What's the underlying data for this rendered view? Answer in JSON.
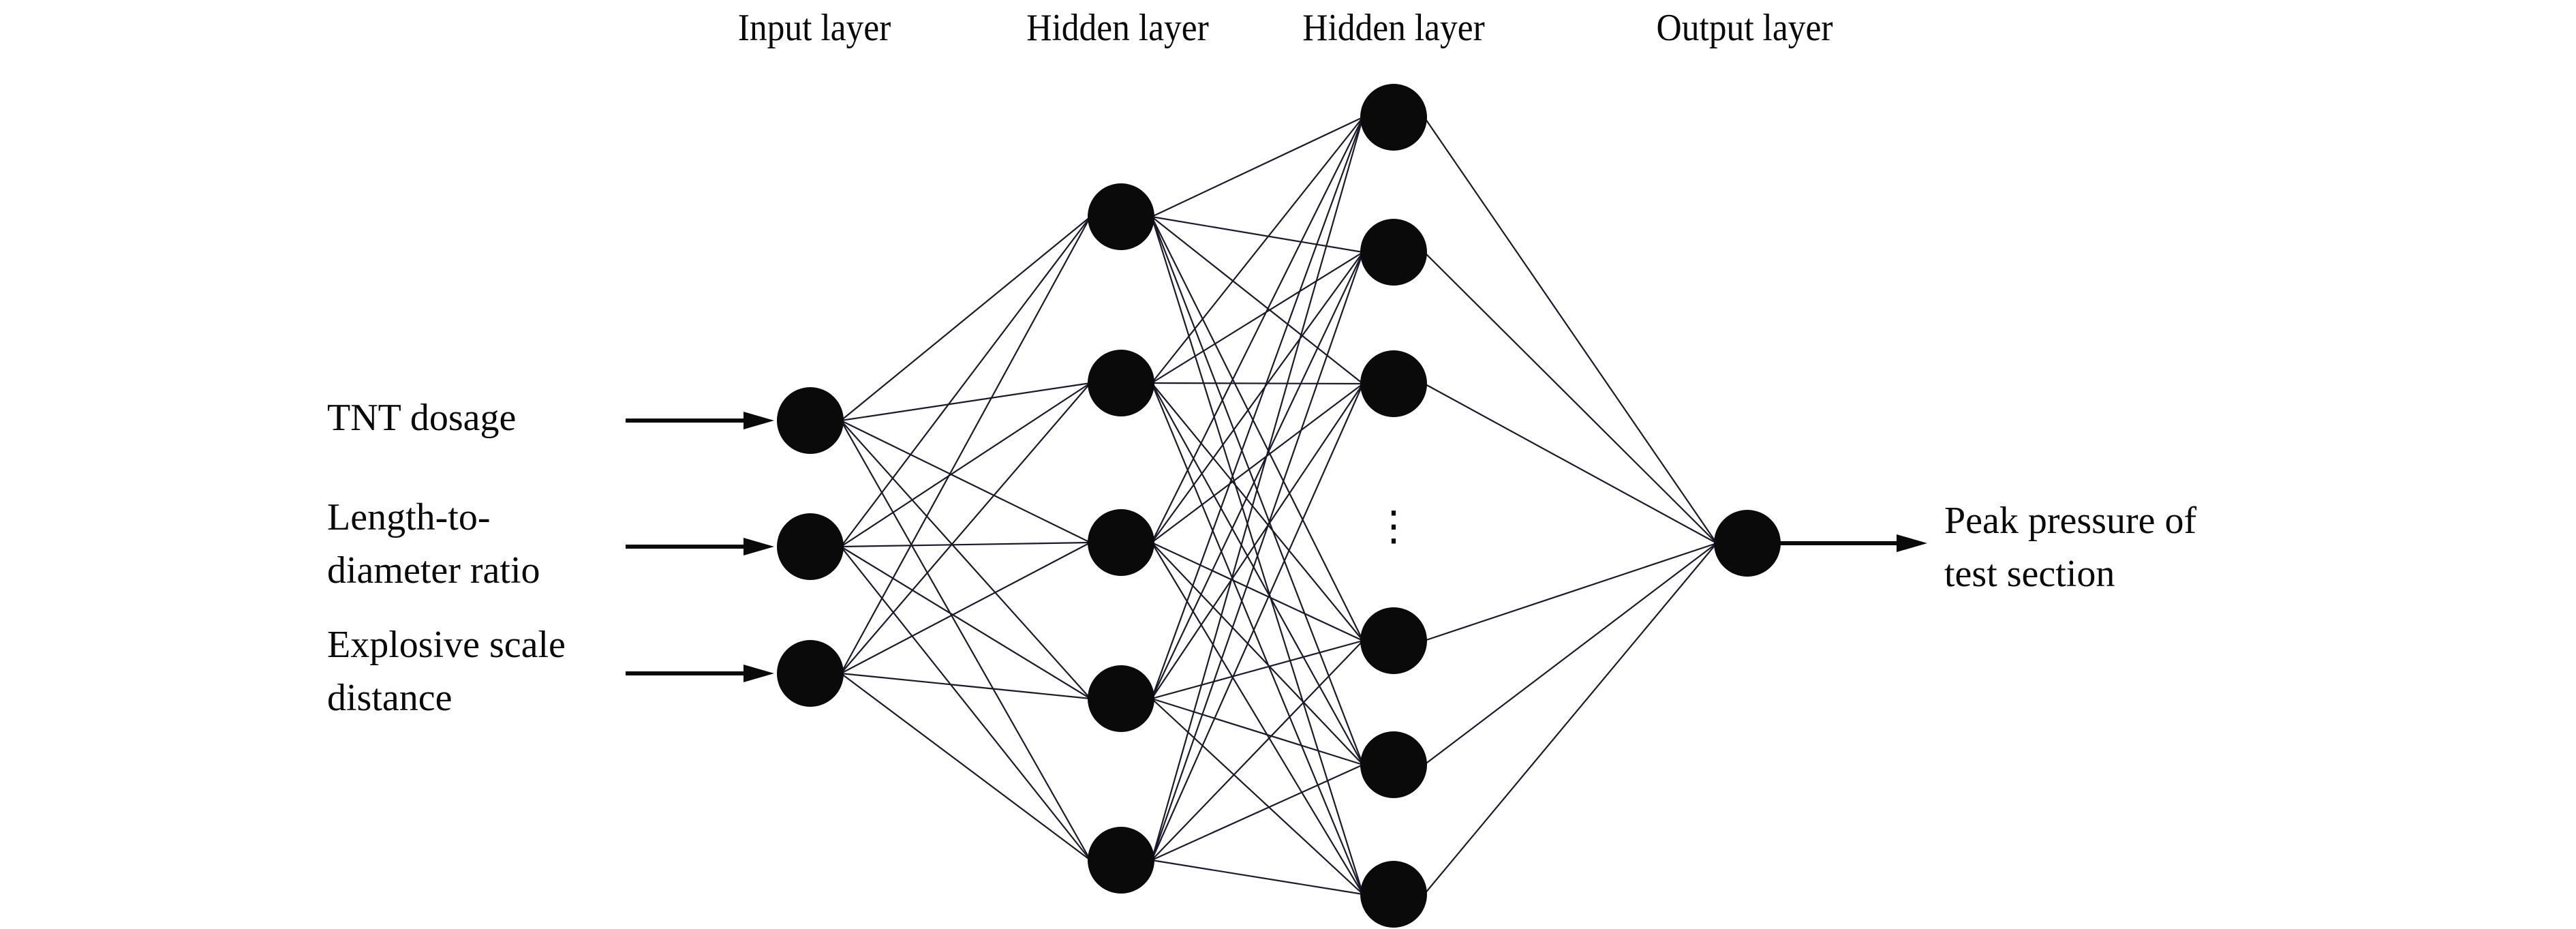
{
  "diagram": {
    "type": "neural-network",
    "layer_titles": {
      "input": "Input layer",
      "hidden1": "Hidden layer",
      "hidden2": "Hidden layer",
      "output": "Output layer"
    },
    "inputs": [
      {
        "line1": "TNT dosage",
        "line2": ""
      },
      {
        "line1": "Length-to-",
        "line2": "diameter ratio"
      },
      {
        "line1": "Explosive scale",
        "line2": "distance"
      }
    ],
    "output": {
      "line1": "Peak pressure of",
      "line2": "test section"
    },
    "layer_sizes": {
      "input": 3,
      "hidden1": 5,
      "hidden2_visible": 6,
      "output": 1
    },
    "hidden2_ellipsis": "⋮",
    "fully_connected": true,
    "colors": {
      "node": "#0a0a0a",
      "edge": "#1a1a2a",
      "text": "#0a0a0a",
      "background": "#ffffff"
    }
  }
}
